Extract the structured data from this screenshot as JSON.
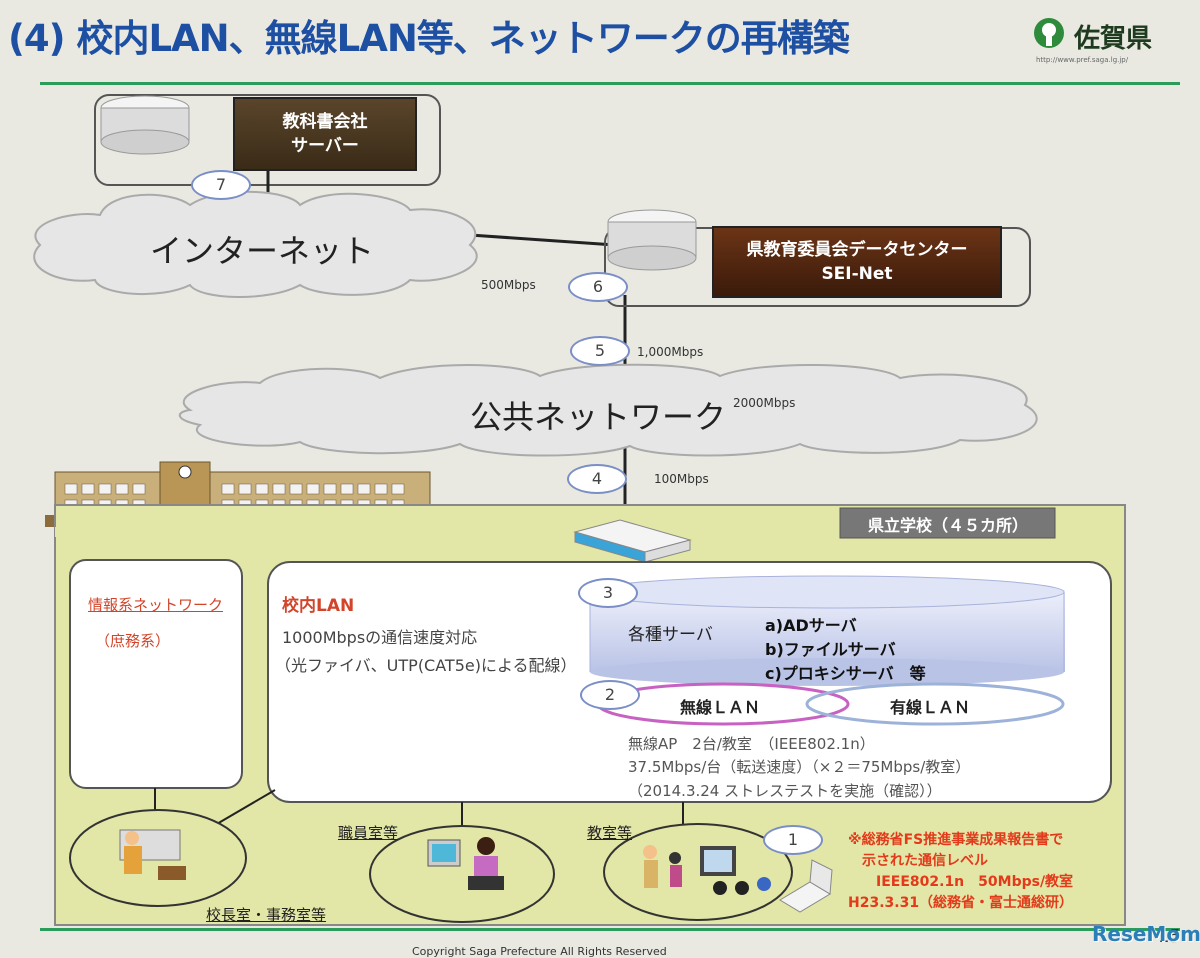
{
  "header": {
    "title": "(4) 校内LAN、無線LAN等、ネットワークの再構築",
    "logo_text": "佐賀県",
    "logo_url": "http://www.pref.saga.lg.jp/"
  },
  "nodes": {
    "textbook_server": "教科書会社\nサーバー",
    "internet": "インターネット",
    "datacenter_line1": "県教育委員会データセンター",
    "datacenter_line2": "SEI-Net",
    "public_network": "公共ネットワーク",
    "school_label": "県立学校（４５カ所）"
  },
  "links": [
    {
      "badge": "7"
    },
    {
      "badge": "6",
      "speed": "500Mbps"
    },
    {
      "badge": "5",
      "speed": "1,000Mbps"
    },
    {
      "badge": "4",
      "speed": "100Mbps"
    },
    {
      "badge": "3"
    },
    {
      "badge": "2"
    },
    {
      "badge": "1"
    }
  ],
  "public_speed": "2000Mbps",
  "info_network": {
    "title": "情報系ネットワーク",
    "sub": "（庶務系）"
  },
  "campus_lan": {
    "title": "校内LAN",
    "line1": "1000Mbpsの通信速度対応",
    "line2": "（光ファイバ、UTP(CAT5e)による配線）"
  },
  "servers": {
    "label": "各種サーバ",
    "a": "a)ADサーバ",
    "b": "b)ファイルサーバ",
    "c": "c)プロキシサーバ　等"
  },
  "wireless_lan": "無線ＬＡＮ",
  "wired_lan": "有線ＬＡＮ",
  "wireless_detail": {
    "line1": "無線AP　2台/教室　（IEEE802.1n）",
    "line2": "37.5Mbps/台（転送速度）（×２＝75Mbps/教室）",
    "line3": "（2014.3.24 ストレステストを実施（確認））"
  },
  "rooms": {
    "principal": "校長室・事務室等",
    "staff": "職員室等",
    "classroom": "教室等"
  },
  "note": {
    "line1": "※総務省FS推進事業成果報告書で",
    "line2": "示された通信レベル",
    "line3": "IEEE802.1n　50Mbps/教室",
    "line4": "H23.3.31（総務省・富士通総研）"
  },
  "footer": {
    "copyright": "Copyright Saga Prefecture All Rights Reserved",
    "page": "15",
    "watermark": "ReseMom"
  },
  "colors": {
    "title_blue": "#1d4fa3",
    "green_rule": "#2a9d5a",
    "school_fill": "#e2e6a6",
    "note_red": "#e23a1a"
  }
}
